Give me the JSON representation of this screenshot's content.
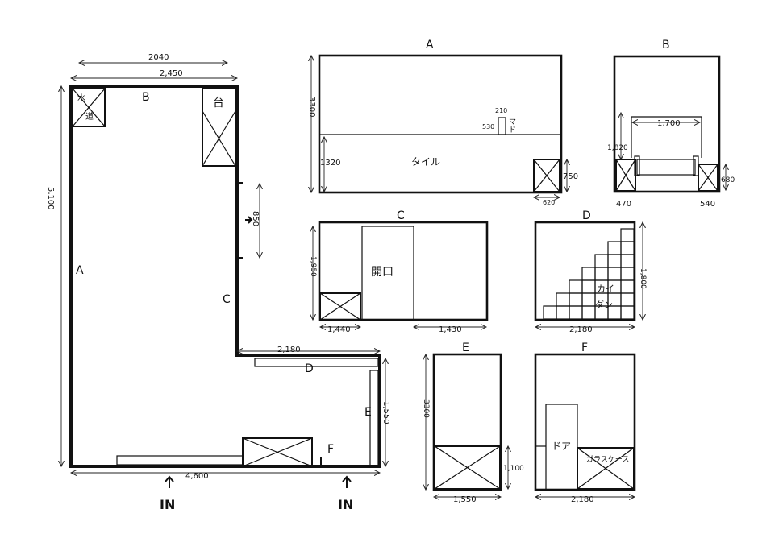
{
  "plan": {
    "dim_top_outer": "2040",
    "dim_top_inner": "2,450",
    "dim_left": "5,100",
    "dim_opening": "850",
    "dim_step": "2,180",
    "dim_right_lower": "1,550",
    "dim_bottom": "4,600",
    "wall_a": "A",
    "wall_b": "B",
    "wall_c": "C",
    "wall_d": "D",
    "wall_e": "E",
    "wall_f": "F",
    "fixture_sink_1": "水",
    "fixture_sink_2": "道",
    "fixture_counter": "台",
    "entrance_1": "IN",
    "entrance_2": "IN"
  },
  "elevations": {
    "a": {
      "title": "A",
      "dim_height": "3300",
      "dim_tile": "1320",
      "tile_label": "タイル",
      "window_width": "210",
      "window_height": "530",
      "window_label_1": "マ",
      "window_label_2": "ド",
      "box_height": "750",
      "box_width": "620"
    },
    "b": {
      "title": "B",
      "dim_opening": "1,700",
      "dim_height": "1,820",
      "dim_left": "470",
      "dim_right": "540",
      "dim_right_height": "680"
    },
    "c": {
      "title": "C",
      "dim_height": "1,950",
      "opening_label": "開口",
      "dim_left": "1,440",
      "dim_right": "1,430"
    },
    "d": {
      "title": "D",
      "stair_label_1": "カイ",
      "stair_label_2": "ダン",
      "dim_height": "1,800",
      "dim_width": "2,180"
    },
    "e": {
      "title": "E",
      "dim_height": "3300",
      "dim_box": "1,100",
      "dim_width": "1,550"
    },
    "f": {
      "title": "F",
      "door_label": "ドア",
      "case_label": "ガラスケース",
      "dim_width": "2,180"
    }
  }
}
